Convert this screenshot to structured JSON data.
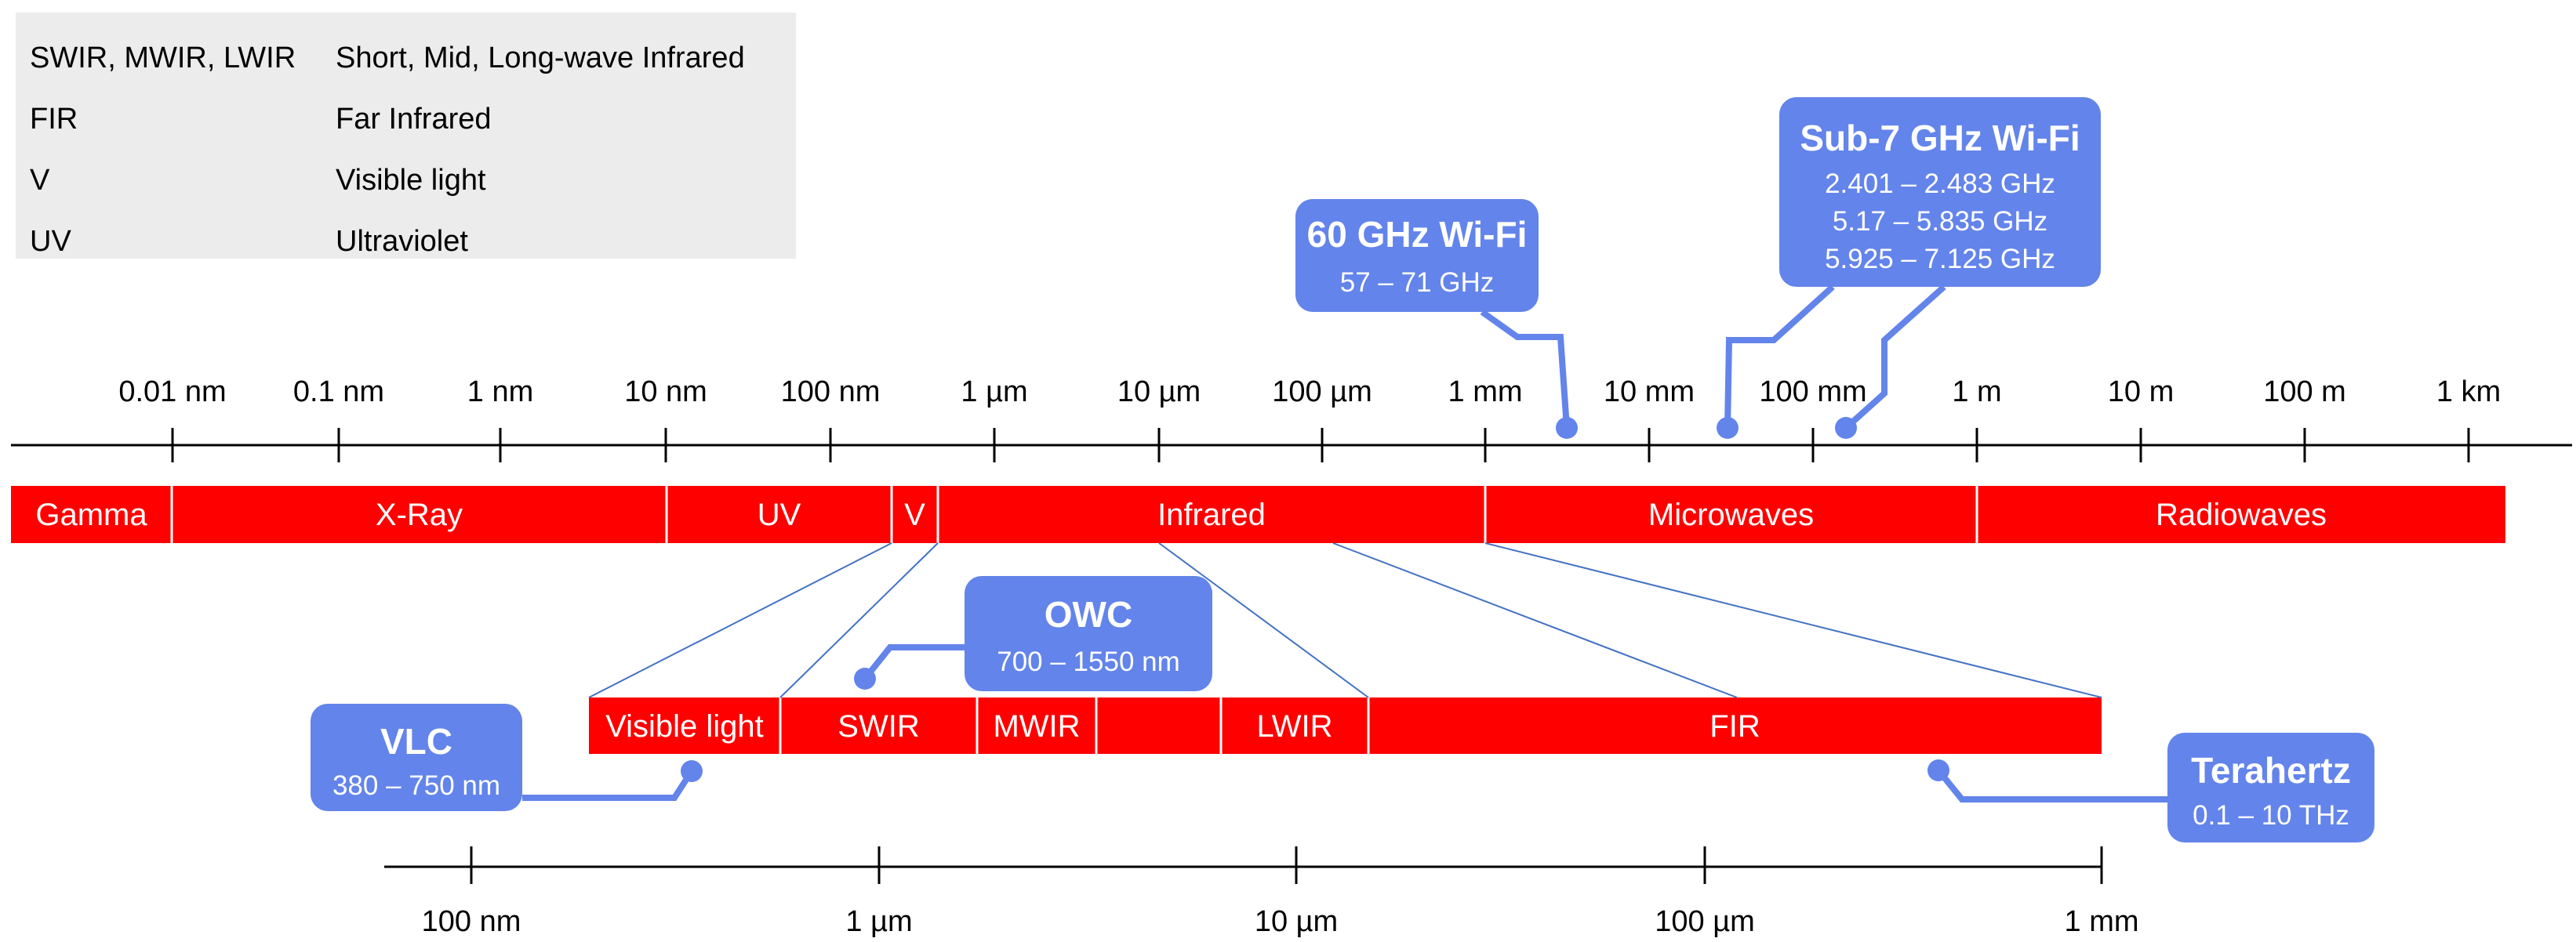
{
  "legend": [
    {
      "abbr": "SWIR, MWIR, LWIR",
      "meaning": "Short, Mid, Long-wave Infrared"
    },
    {
      "abbr": "FIR",
      "meaning": "Far Infrared"
    },
    {
      "abbr": "V",
      "meaning": "Visible light"
    },
    {
      "abbr": "UV",
      "meaning": "Ultraviolet"
    }
  ],
  "top_scale": {
    "ticks": [
      "0.01 nm",
      "0.1 nm",
      "1 nm",
      "10 nm",
      "100 nm",
      "1 µm",
      "10 µm",
      "100 µm",
      "1 mm",
      "10 mm",
      "100 mm",
      "1 m",
      "10 m",
      "100 m",
      "1 km"
    ]
  },
  "spectrum_bands": [
    "Gamma",
    "X-Ray",
    "UV",
    "V",
    "Infrared",
    "Microwaves",
    "Radiowaves"
  ],
  "zoom_bands": [
    "Visible light",
    "SWIR",
    "MWIR",
    "",
    "LWIR",
    "FIR"
  ],
  "bottom_scale": {
    "ticks": [
      "100 nm",
      "1 µm",
      "10 µm",
      "100 µm",
      "1 mm"
    ]
  },
  "callouts": {
    "wifi60": {
      "title": "60 GHz Wi-Fi",
      "lines": [
        "57 – 71 GHz"
      ]
    },
    "sub7": {
      "title": "Sub-7 GHz Wi-Fi",
      "lines": [
        "2.401 – 2.483 GHz",
        "5.17 – 5.835 GHz",
        "5.925 – 7.125 GHz"
      ]
    },
    "owc": {
      "title": "OWC",
      "lines": [
        "700 – 1550 nm"
      ]
    },
    "vlc": {
      "title": "VLC",
      "lines": [
        "380 – 750 nm"
      ]
    },
    "thz": {
      "title": "Terahertz",
      "lines": [
        "0.1 – 10 THz"
      ]
    }
  },
  "colors": {
    "band": "#ff0000",
    "callout": "#6384ea",
    "legend_bg": "#ececec",
    "zoom_line": "#4472c4"
  }
}
